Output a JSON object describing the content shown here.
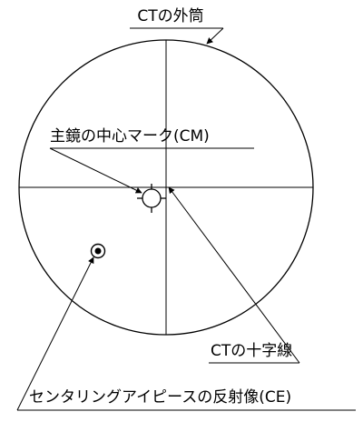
{
  "labels": {
    "outer_tube": "CTの外筒",
    "mirror_center_mark": "主鏡の中心マーク(CM)",
    "crosshair": "CTの十字線",
    "eyepiece_reflection": "センタリングアイピースの反射像(CE)"
  }
}
